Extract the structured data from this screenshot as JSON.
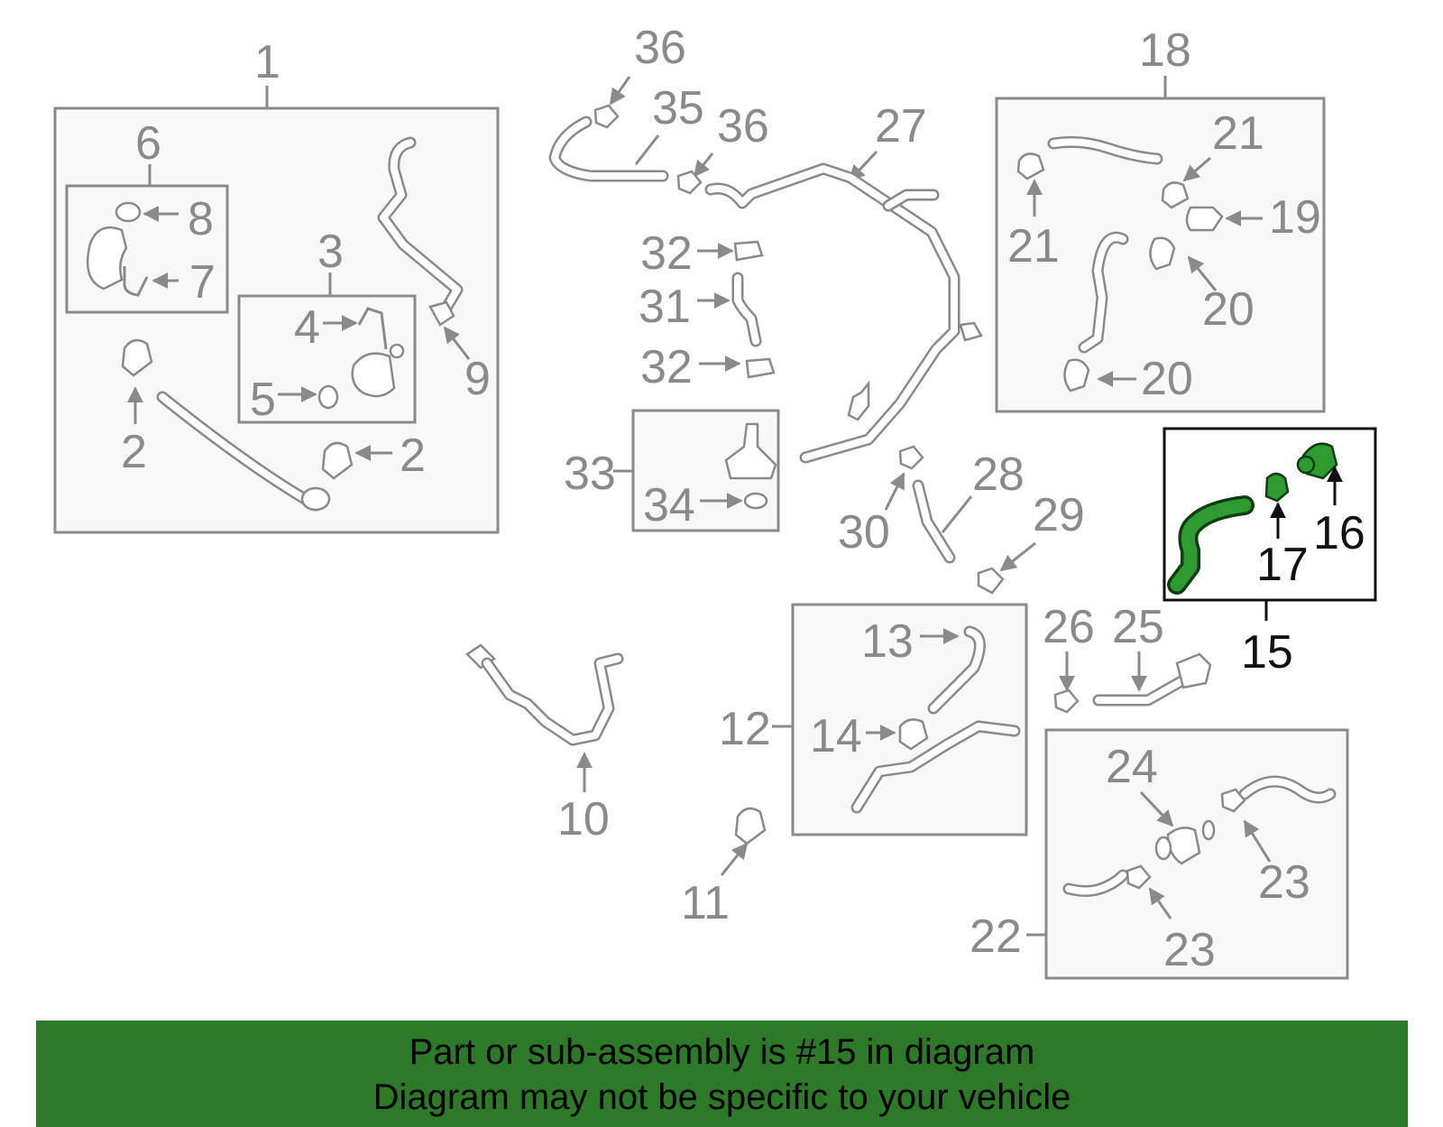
{
  "labels": {
    "n1": "1",
    "n2a": "2",
    "n2b": "2",
    "n3": "3",
    "n4": "4",
    "n5": "5",
    "n6": "6",
    "n7": "7",
    "n8": "8",
    "n9": "9",
    "n10": "10",
    "n11": "11",
    "n12": "12",
    "n13": "13",
    "n14": "14",
    "n15": "15",
    "n16": "16",
    "n17": "17",
    "n18": "18",
    "n19": "19",
    "n20a": "20",
    "n20b": "20",
    "n21a": "21",
    "n21b": "21",
    "n22": "22",
    "n23a": "23",
    "n23b": "23",
    "n24": "24",
    "n25": "25",
    "n26": "26",
    "n27": "27",
    "n28": "28",
    "n29": "29",
    "n30": "30",
    "n31": "31",
    "n32a": "32",
    "n32b": "32",
    "n33": "33",
    "n34": "34",
    "n35": "35",
    "n36a": "36",
    "n36b": "36"
  },
  "highlight": {
    "part_number": "15",
    "color": "#2c9a2e",
    "banner_color": "#2c7a28"
  },
  "banner": {
    "line1": "Part or sub-assembly is #15 in diagram",
    "line2": "Diagram may not be specific to your vehicle"
  }
}
